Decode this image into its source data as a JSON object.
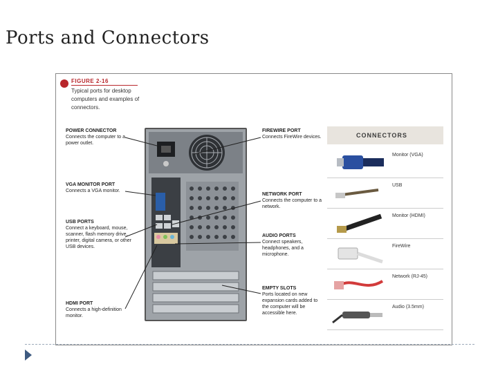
{
  "slide": {
    "title": "Ports and Connectors"
  },
  "figure": {
    "heading": "FIGURE 2-16",
    "caption": "Typical ports for desktop computers and examples of connectors."
  },
  "callouts_left": [
    {
      "title": "POWER CONNECTOR",
      "desc": "Connects the computer to a power outlet."
    },
    {
      "title": "VGA MONITOR PORT",
      "desc": "Connects a VGA monitor."
    },
    {
      "title": "USB PORTS",
      "desc": "Connect a keyboard, mouse, scanner, flash memory drive, printer, digital camera, or other USB devices."
    },
    {
      "title": "HDMI PORT",
      "desc": "Connects a high-definition monitor."
    }
  ],
  "callouts_right": [
    {
      "title": "FIREWIRE PORT",
      "desc": "Connects FireWire devices."
    },
    {
      "title": "NETWORK PORT",
      "desc": "Connects the computer to a network."
    },
    {
      "title": "AUDIO PORTS",
      "desc": "Connect speakers, headphones, and a microphone."
    },
    {
      "title": "EMPTY SLOTS",
      "desc": "Ports located on new expansion cards added to the computer will be accessible here."
    }
  ],
  "connectors": {
    "title": "CONNECTORS",
    "items": [
      {
        "label": "Monitor (VGA)"
      },
      {
        "label": "USB"
      },
      {
        "label": "Monitor (HDMI)"
      },
      {
        "label": "FireWire"
      },
      {
        "label": "Network (RJ-45)"
      },
      {
        "label": "Audio (3.5mm)"
      }
    ]
  },
  "colors": {
    "figure_accent": "#b8262b",
    "nav_arrow": "#3e5a80",
    "dashed_rule": "#9aa8b8"
  }
}
